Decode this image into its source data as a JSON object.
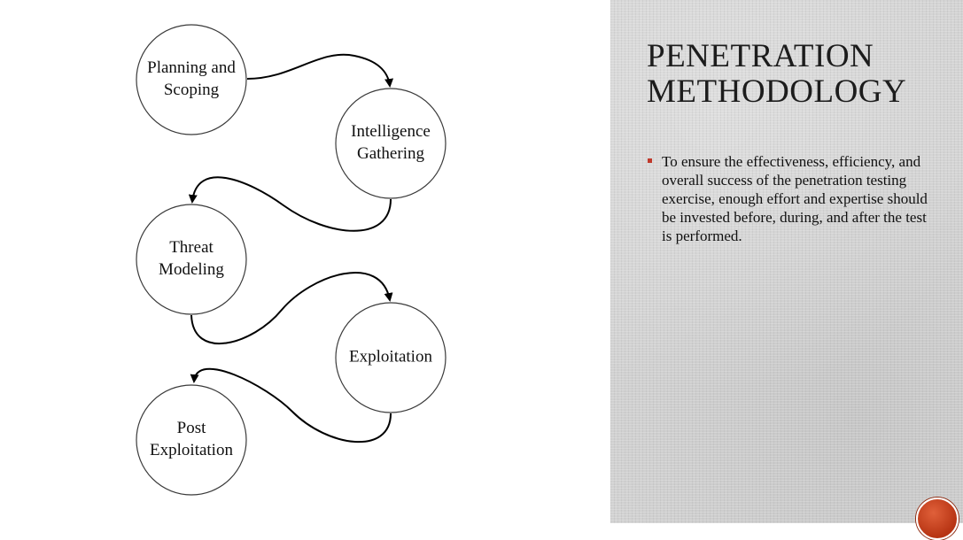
{
  "diagram": {
    "nodes": [
      {
        "id": "planning",
        "lines": [
          "Planning and",
          "Scoping"
        ]
      },
      {
        "id": "intel",
        "lines": [
          "Intelligence",
          "Gathering"
        ]
      },
      {
        "id": "threat",
        "lines": [
          "Threat",
          "Modeling"
        ]
      },
      {
        "id": "exploit",
        "lines": [
          "Exploitation"
        ]
      },
      {
        "id": "post",
        "lines": [
          "Post",
          "Exploitation"
        ]
      }
    ],
    "edges": [
      {
        "from": "planning",
        "to": "intel"
      },
      {
        "from": "intel",
        "to": "threat"
      },
      {
        "from": "threat",
        "to": "exploit"
      },
      {
        "from": "exploit",
        "to": "post"
      }
    ]
  },
  "side_panel": {
    "title_lines": [
      "PENETRATION",
      "METHODOLOGY"
    ],
    "bullets": [
      "To ensure the effectiveness, efficiency, and overall success of the penetration testing exercise, enough effort and expertise should be invested before, during, and after the test is performed."
    ]
  },
  "colors": {
    "accent": "#c0392b",
    "panel_background": "#d2d2d2",
    "node_stroke": "#3a3a3a"
  },
  "icons": {
    "nav_button": "red-circle-slide-icon"
  }
}
